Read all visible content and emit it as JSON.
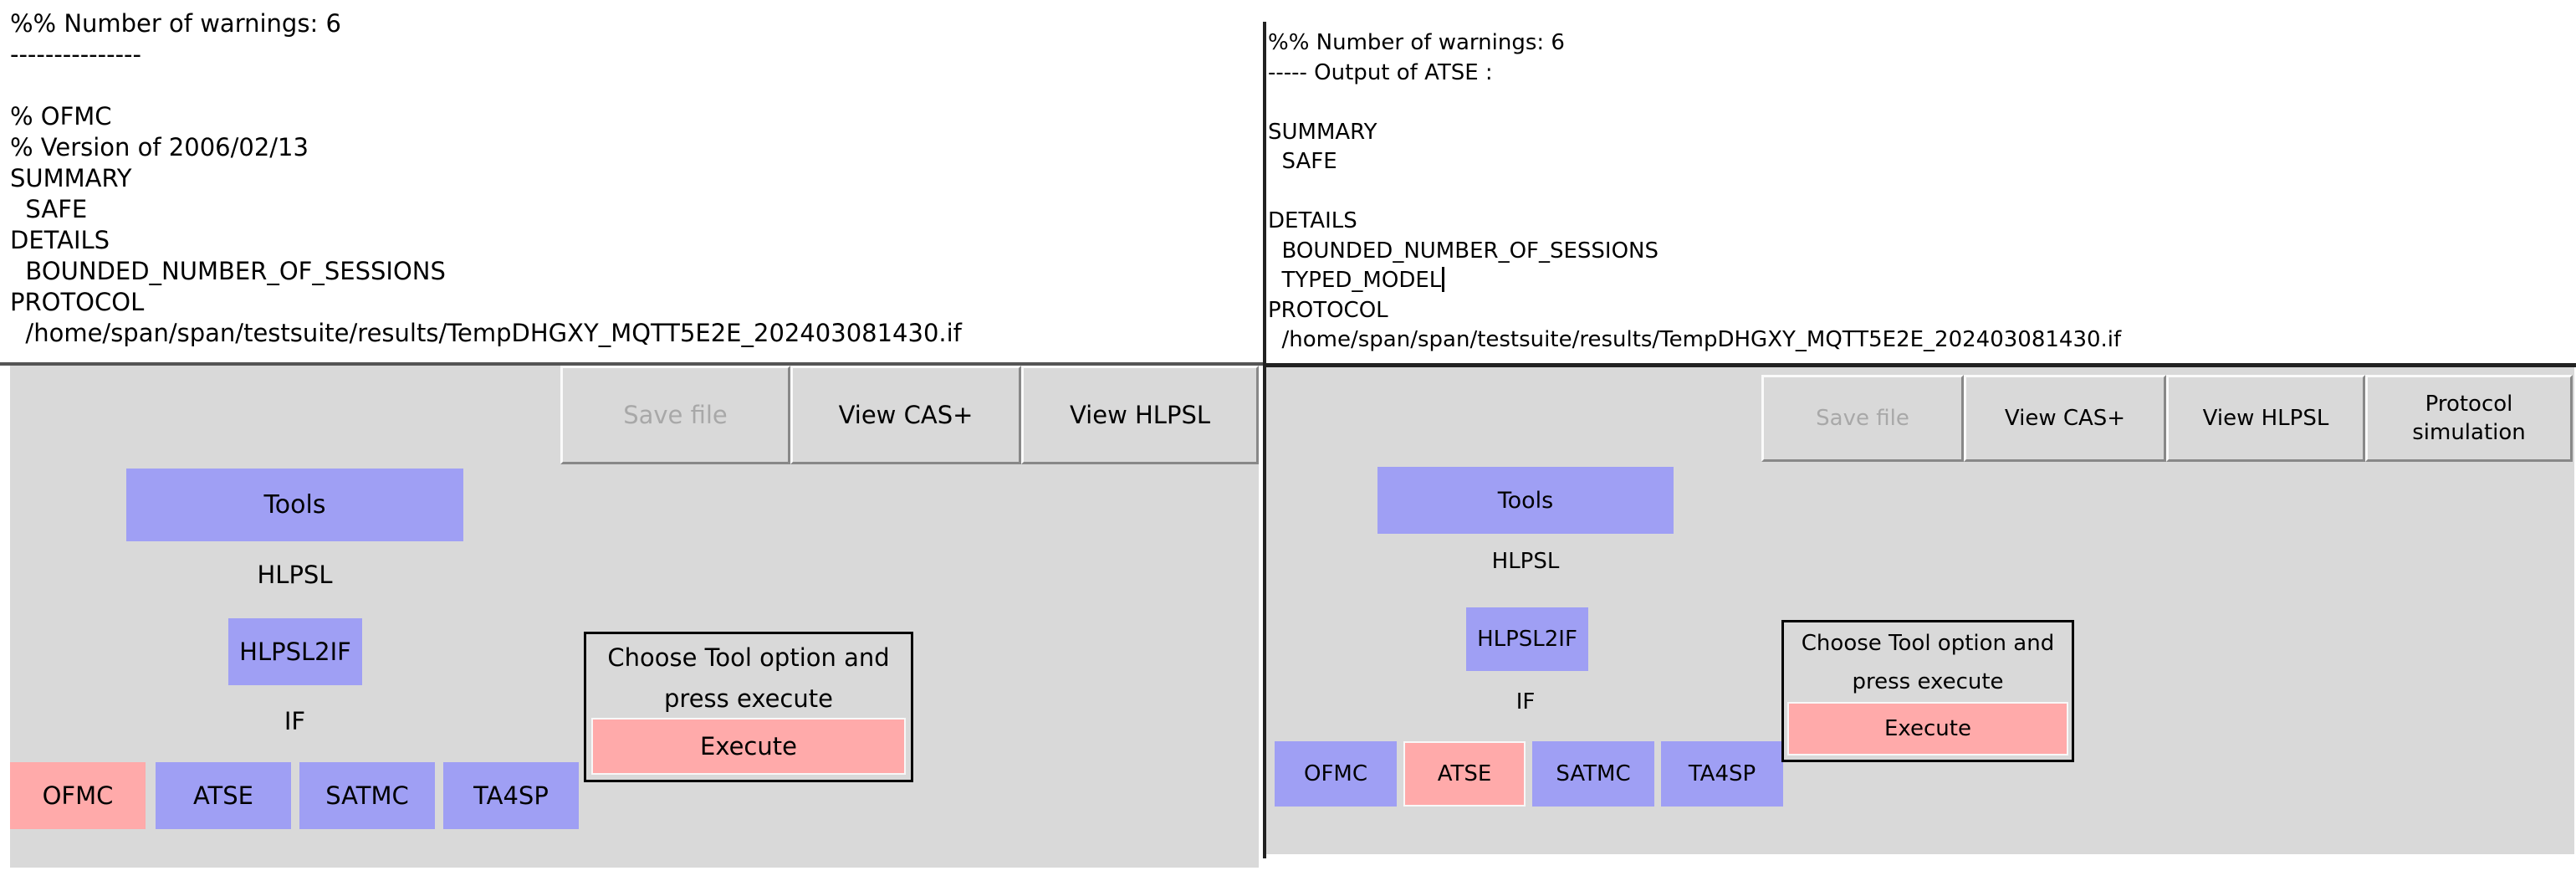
{
  "left": {
    "output_lines": [
      "%% Number of warnings: 6",
      "---------------",
      "",
      "% OFMC",
      "% Version of 2006/02/13",
      "SUMMARY",
      "  SAFE",
      "DETAILS",
      "  BOUNDED_NUMBER_OF_SESSIONS",
      "PROTOCOL",
      "  /home/span/span/testsuite/results/TempDHGXY_MQTT5E2E_202403081430.if"
    ],
    "buttons": {
      "save_file": "Save file",
      "view_cas": "View CAS+",
      "view_hlpsl": "View HLPSL"
    },
    "tools": "Tools",
    "hlpsl": "HLPSL",
    "hlpsl2if": "HLPSL2IF",
    "if": "IF",
    "backends": {
      "ofmc": "OFMC",
      "atse": "ATSE",
      "satmc": "SATMC",
      "ta4sp": "TA4SP"
    },
    "hint": "Choose Tool option and press execute",
    "execute": "Execute"
  },
  "right": {
    "output_lines": [
      "%% Number of warnings: 6",
      "----- Output of ATSE :",
      "",
      "SUMMARY",
      "  SAFE",
      "",
      "DETAILS",
      "  BOUNDED_NUMBER_OF_SESSIONS",
      "  TYPED_MODEL",
      "PROTOCOL",
      "  /home/span/span/testsuite/results/TempDHGXY_MQTT5E2E_202403081430.if"
    ],
    "buttons": {
      "save_file": "Save file",
      "view_cas": "View CAS+",
      "view_hlpsl": "View HLPSL",
      "protocol_simulation": "Protocol simulation"
    },
    "tools": "Tools",
    "hlpsl": "HLPSL",
    "hlpsl2if": "HLPSL2IF",
    "if": "IF",
    "backends": {
      "ofmc": "OFMC",
      "atse": "ATSE",
      "satmc": "SATMC",
      "ta4sp": "TA4SP"
    },
    "hint": "Choose Tool option and press execute",
    "execute": "Execute"
  },
  "colors": {
    "panel_bg": "#d9d9d9",
    "tool_blue": "#9f9ff4",
    "selected_pink": "#ffaaaa"
  }
}
